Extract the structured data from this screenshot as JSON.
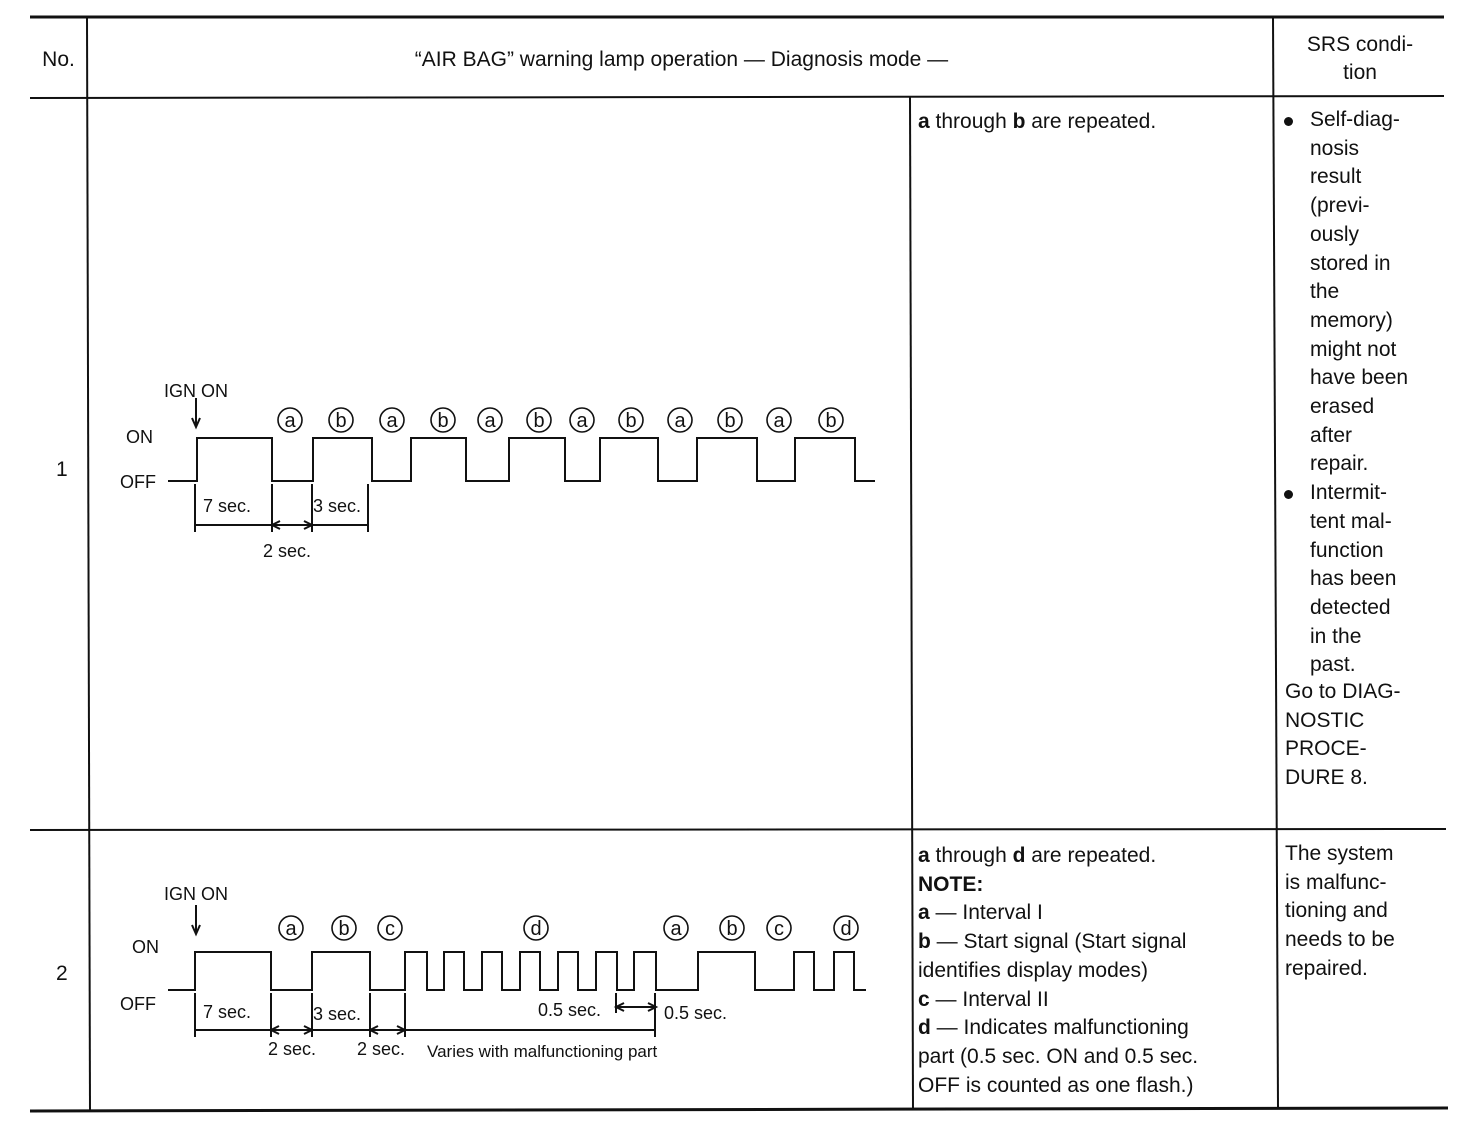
{
  "header": {
    "no": "No.",
    "operation": "“AIR BAG” warning lamp operation — Diagnosis mode —",
    "srs": [
      "SRS condi-",
      "tion"
    ]
  },
  "rows": [
    {
      "no": "1",
      "diagram": {
        "ign_on": "IGN ON",
        "on": "ON",
        "off": "OFF",
        "circles": [
          "a",
          "b",
          "a",
          "b",
          "a",
          "b",
          "a",
          "b",
          "a",
          "b",
          "a",
          "b"
        ],
        "dim_7": "7 sec.",
        "dim_3": "3 sec.",
        "dim_2": "2 sec."
      },
      "desc": {
        "a": "a",
        "mid": " through ",
        "b": "b",
        "tail": " are repeated."
      },
      "srs_bullets": [
        [
          "Self-diag-",
          "nosis",
          "result",
          "(previ-",
          "ously",
          "stored in",
          "the",
          "memory)",
          "might not",
          "have been",
          "erased",
          "after",
          "repair."
        ],
        [
          "Intermit-",
          "tent mal-",
          "function",
          "has been",
          "detected",
          "in the",
          "past."
        ]
      ],
      "srs_tail": [
        "Go to DIAG-",
        "NOSTIC",
        "PROCE-",
        "DURE 8."
      ]
    },
    {
      "no": "2",
      "diagram": {
        "ign_on": "IGN ON",
        "on": "ON",
        "off": "OFF",
        "circles": [
          "a",
          "b",
          "c",
          "d",
          "a",
          "b",
          "c",
          "d"
        ],
        "dim_7": "7 sec.",
        "dim_3": "3 sec.",
        "dim_2a": "2 sec.",
        "dim_2b": "2 sec.",
        "dim_05a": "0.5 sec.",
        "dim_05b": "0.5 sec.",
        "varies": "Varies with malfunctioning part"
      },
      "desc": {
        "line1_a": "a",
        "line1_mid": " through ",
        "line1_d": "d",
        "line1_tail": " are repeated.",
        "note": "NOTE:",
        "items": [
          {
            "key": "a",
            "text": " — Interval I"
          },
          {
            "key": "b",
            "text": " — Start signal (Start signal"
          },
          {
            "key": "",
            "text": "identifies display modes)"
          },
          {
            "key": "c",
            "text": " — Interval II"
          },
          {
            "key": "d",
            "text": " — Indicates malfunctioning"
          },
          {
            "key": "",
            "text": "part (0.5 sec. ON and 0.5 sec."
          },
          {
            "key": "",
            "text": "OFF is counted as one flash.)"
          }
        ]
      },
      "srs_text": [
        "The system",
        "is malfunc-",
        "tioning and",
        "needs to be",
        "repaired."
      ]
    }
  ]
}
